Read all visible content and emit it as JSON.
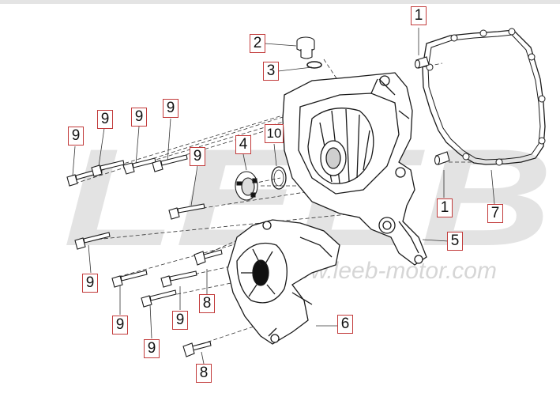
{
  "watermark": {
    "logo_text": "LEEB",
    "url_text": "www.leeb-motor.com"
  },
  "callouts": [
    "1",
    "2",
    "3",
    "9",
    "9",
    "9",
    "9",
    "10",
    "4",
    "9",
    "1",
    "7",
    "5",
    "9",
    "8",
    "9",
    "9",
    "6",
    "9",
    "8"
  ],
  "colors": {
    "line": "#1a1a1a",
    "callout_border": "#c23b3b",
    "watermark": "#dedede"
  }
}
